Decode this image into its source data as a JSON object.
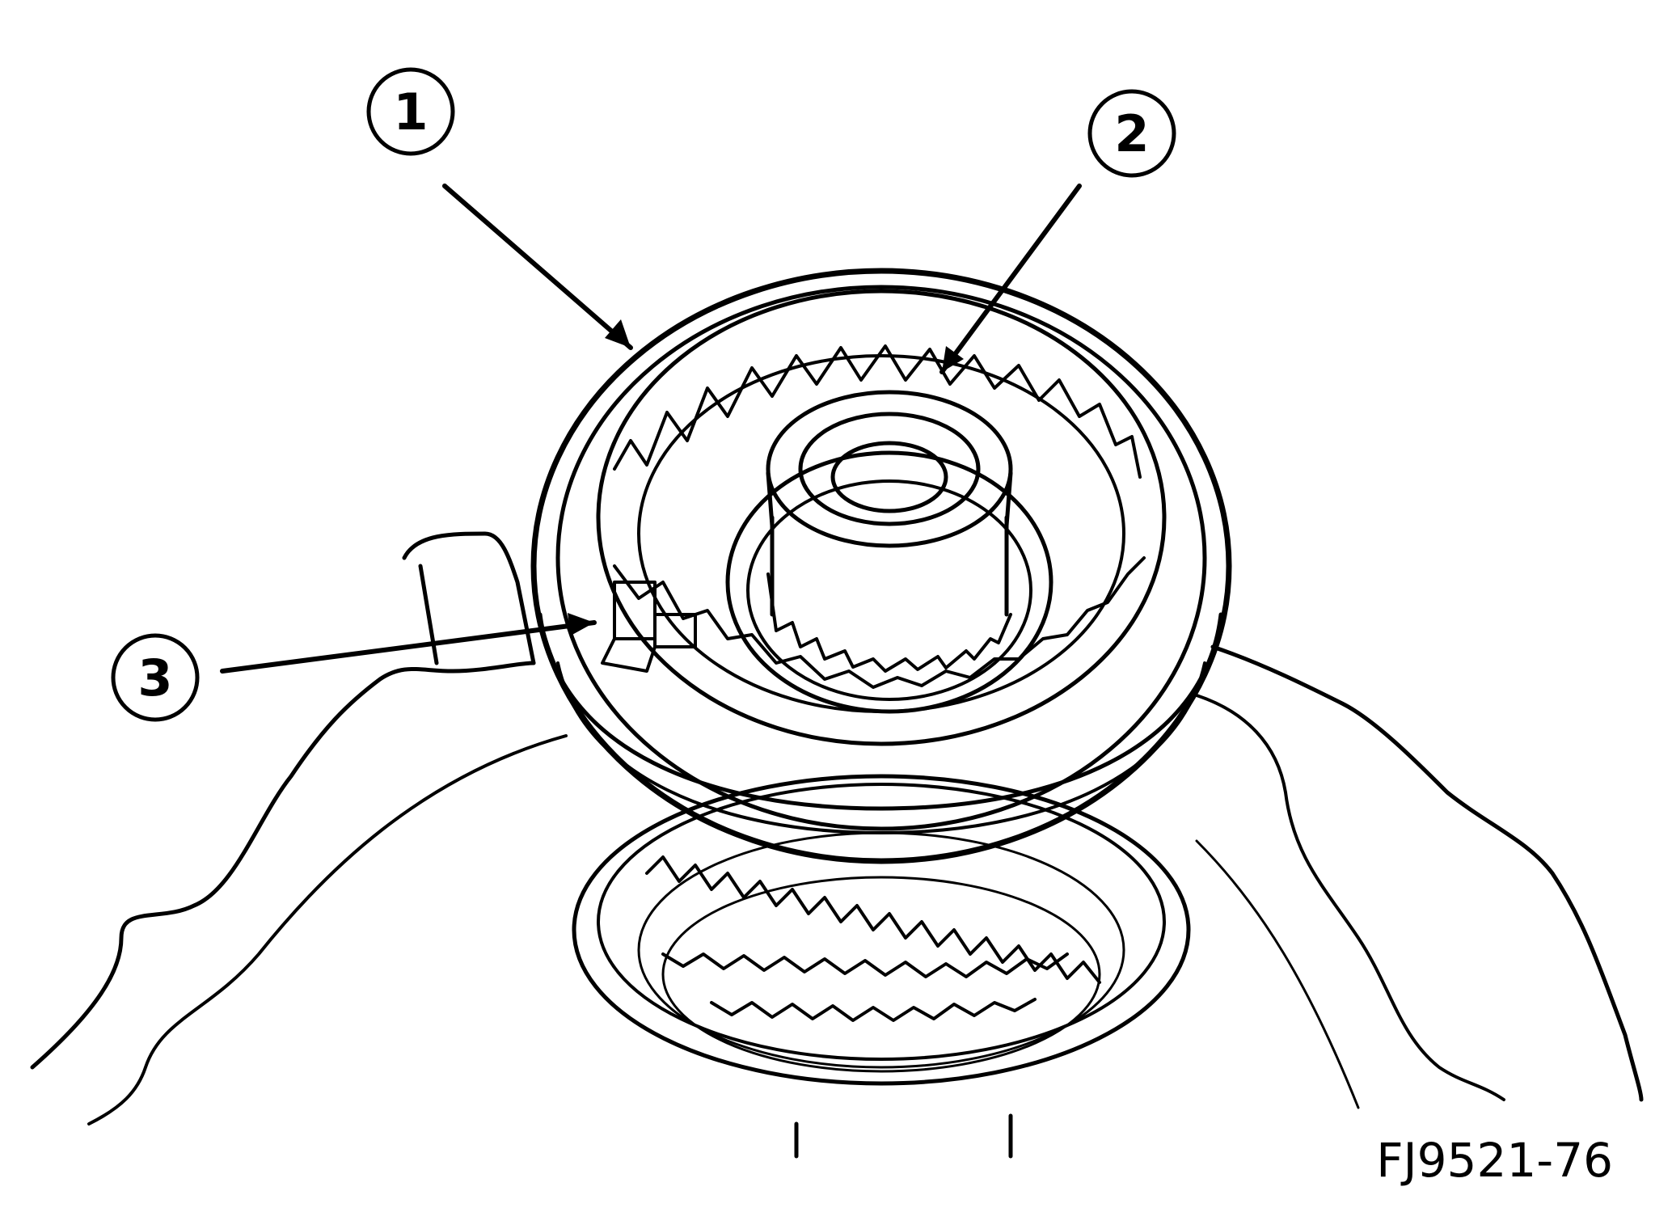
{
  "callouts": [
    {
      "id": "1",
      "label": "1"
    },
    {
      "id": "2",
      "label": "2"
    },
    {
      "id": "3",
      "label": "3"
    }
  ],
  "figure_id": "FJ9521-76",
  "colors": {
    "ink": "#000000",
    "paper": "#ffffff"
  }
}
